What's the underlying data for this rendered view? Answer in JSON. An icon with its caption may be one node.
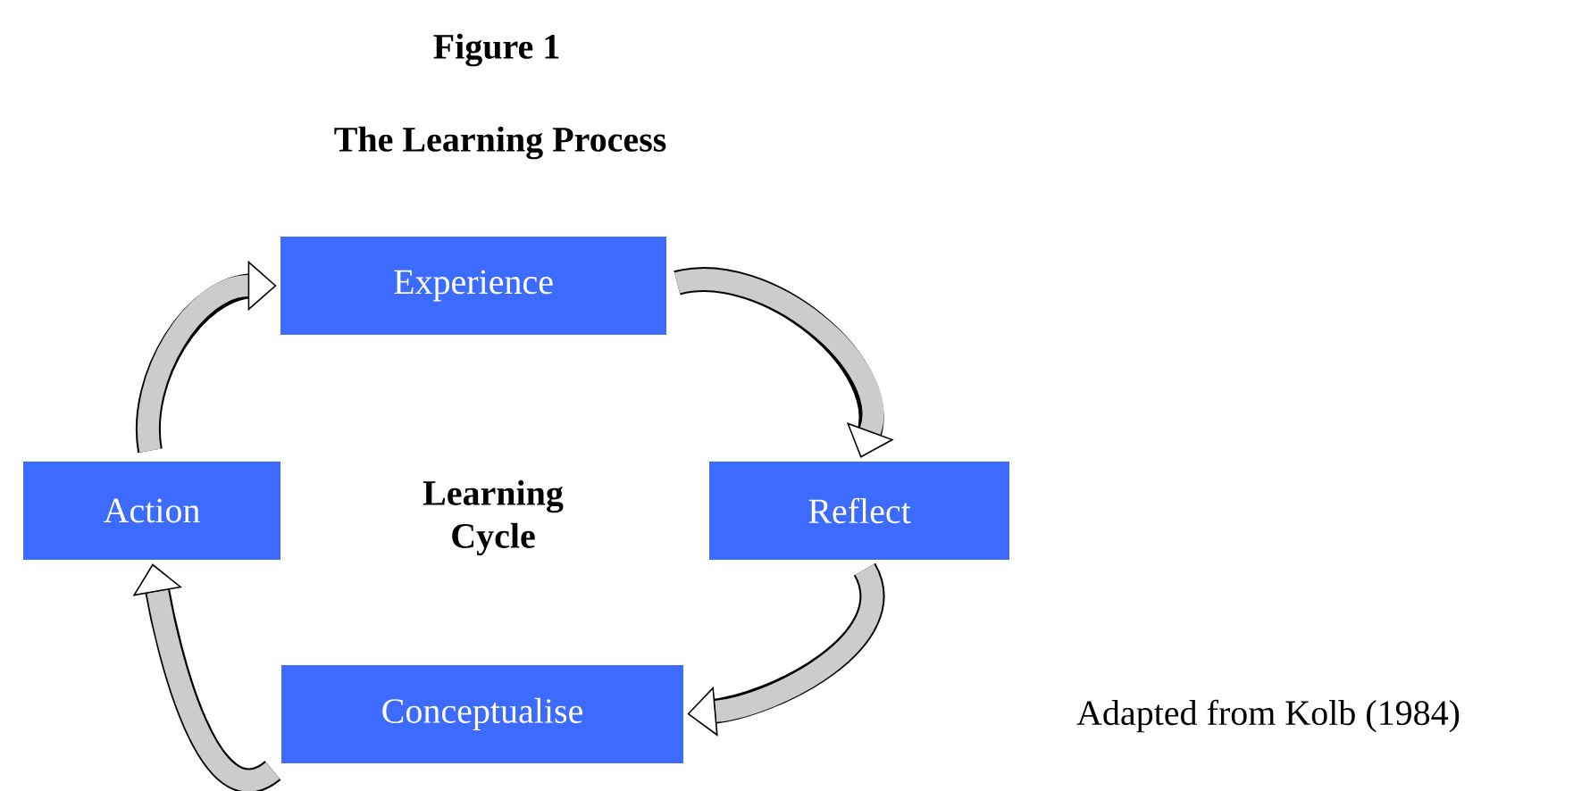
{
  "diagram": {
    "title": "Figure 1",
    "nodes": [
      {
        "text": [
          "Experience"
        ]
      },
      {
        "text": [
          "Reflect"
        ]
      },
      {
        "text": [
          "Conceptualise"
        ]
      },
      {
        "text": [
          "Action"
        ]
      }
    ],
    "edges": [
      {
        "from": 0,
        "to": 1,
        "arrow": "to"
      },
      {
        "from": 1,
        "to": 2,
        "arrow": "to"
      },
      {
        "from": 2,
        "to": 3,
        "arrow": "to"
      },
      {
        "from": 3,
        "to": 0,
        "arrow": "to"
      }
    ],
    "labels": [
      "The Learning Process",
      "Learning Cycle",
      "Adapted from Kolb (1984)"
    ]
  }
}
